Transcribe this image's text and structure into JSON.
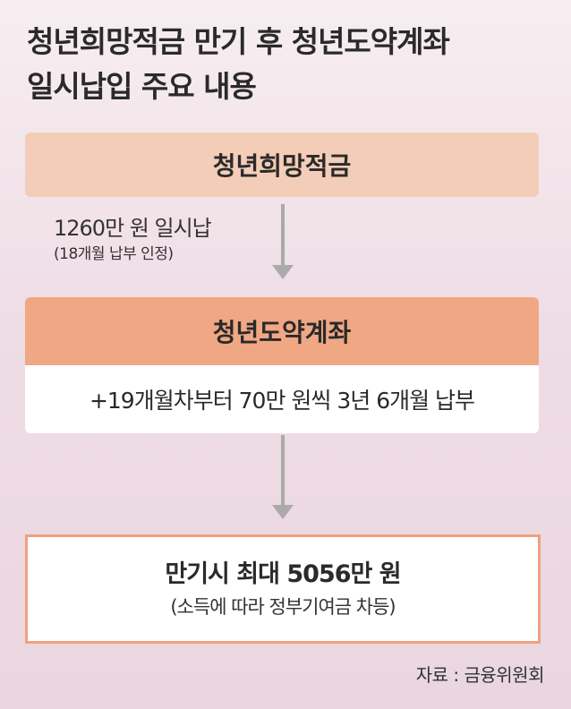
{
  "title": {
    "line1": "청년희망적금 만기 후 청년도약계좌",
    "line2": "일시납입 주요 내용"
  },
  "box1": {
    "label": "청년희망적금"
  },
  "step1": {
    "main": "1260만 원 일시납",
    "sub": "(18개월 납부 인정)"
  },
  "box2": {
    "label": "청년도약계좌",
    "body": "+19개월차부터 70만 원씩 3년 6개월 납부"
  },
  "box3": {
    "main": "만기시 최대 5056만 원",
    "sub": "(소득에 따라 정부기여금 차등)"
  },
  "source": "자료 : 금융위원회",
  "colors": {
    "box1_bg": "#f4cdb8",
    "box2_head_bg": "#f0a784",
    "box3_border": "#eea27d",
    "arrow": "#aaaaaa"
  }
}
